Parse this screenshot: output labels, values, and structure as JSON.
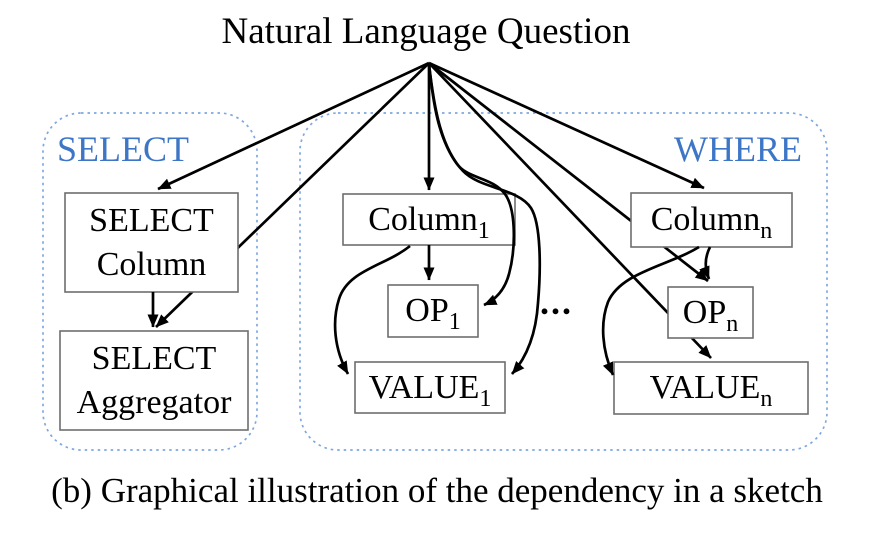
{
  "figure": {
    "title": "Natural Language Question",
    "caption": "(b) Graphical illustration of the dependency in a sketch",
    "ellipsis": "...",
    "colors": {
      "label_blue": "#3d76c6",
      "group_border_blue": "#7fa8e0",
      "box_border_gray": "#6e6e6e",
      "arrow_black": "#000000",
      "box_fill_white": "#ffffff"
    }
  },
  "groups": {
    "select": {
      "label": "SELECT"
    },
    "where": {
      "label": "WHERE"
    }
  },
  "nodes": {
    "select_column": {
      "line1": "SELECT",
      "line2": "Column"
    },
    "select_aggregator": {
      "line1": "SELECT",
      "line2": "Aggregator"
    },
    "column_1": {
      "text": "Column",
      "sub": "1"
    },
    "op_1": {
      "text": "OP",
      "sub": "1"
    },
    "value_1": {
      "text": "VALUE",
      "sub": "1"
    },
    "column_n": {
      "text": "Column",
      "sub": "n"
    },
    "op_n": {
      "text": "OP",
      "sub": "n"
    },
    "value_n": {
      "text": "VALUE",
      "sub": "n"
    }
  }
}
